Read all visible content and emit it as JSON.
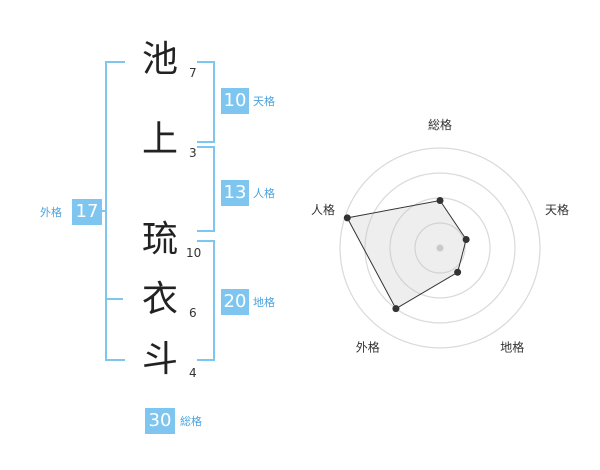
{
  "name": {
    "characters": [
      {
        "char": "池",
        "strokes": "7"
      },
      {
        "char": "上",
        "strokes": "3"
      },
      {
        "char": "琉",
        "strokes": "10"
      },
      {
        "char": "衣",
        "strokes": "6"
      },
      {
        "char": "斗",
        "strokes": "4"
      }
    ]
  },
  "kaku": {
    "tenkaku": {
      "value": "10",
      "label": "天格"
    },
    "jinkaku": {
      "value": "13",
      "label": "人格"
    },
    "chikaku": {
      "value": "20",
      "label": "地格"
    },
    "gaikaku": {
      "value": "17",
      "label": "外格"
    },
    "soukaku": {
      "value": "30",
      "label": "総格"
    }
  },
  "colors": {
    "accent": "#7ec6f0",
    "label": "#4aa3df"
  },
  "chart_data": {
    "type": "radar",
    "axes": [
      "総格",
      "天格",
      "地格",
      "外格",
      "人格"
    ],
    "rings": 4,
    "values": [
      1.9,
      1.1,
      1.2,
      3.0,
      3.9
    ],
    "max": 4
  }
}
